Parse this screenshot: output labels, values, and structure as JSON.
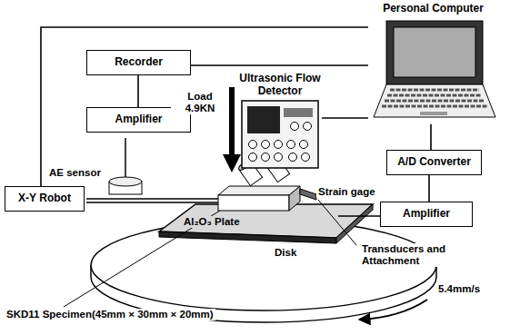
{
  "diagram": {
    "nodes": [
      {
        "text": [
          "Personal Computer"
        ]
      },
      {
        "text": [
          "Recorder"
        ]
      },
      {
        "text": [
          "Amplifier"
        ]
      },
      {
        "text": [
          "Ultrasonic Flow Detector"
        ]
      },
      {
        "text": [
          "A/D Converter"
        ]
      },
      {
        "text": [
          "X-Y Robot"
        ]
      },
      {
        "text": [
          "Amplifier"
        ]
      }
    ],
    "edges": [
      {
        "from": 1,
        "to": 0,
        "arrow": "none"
      },
      {
        "from": 1,
        "to": 2,
        "arrow": "none"
      },
      {
        "from": 5,
        "to": 0,
        "arrow": "none"
      },
      {
        "from": 3,
        "to": 0,
        "arrow": "none"
      },
      {
        "from": 4,
        "to": 0,
        "arrow": "none"
      },
      {
        "from": 6,
        "to": 4,
        "arrow": "none"
      }
    ],
    "labels": [
      "Load 4.9KN",
      "AE sensor",
      "Strain gage",
      "Al₂O₃ Plate",
      "Disk",
      "Transducers and Attachment",
      "5.4mm/s",
      "SKD11 Specimen(45mm × 30mm × 20mm)"
    ]
  }
}
